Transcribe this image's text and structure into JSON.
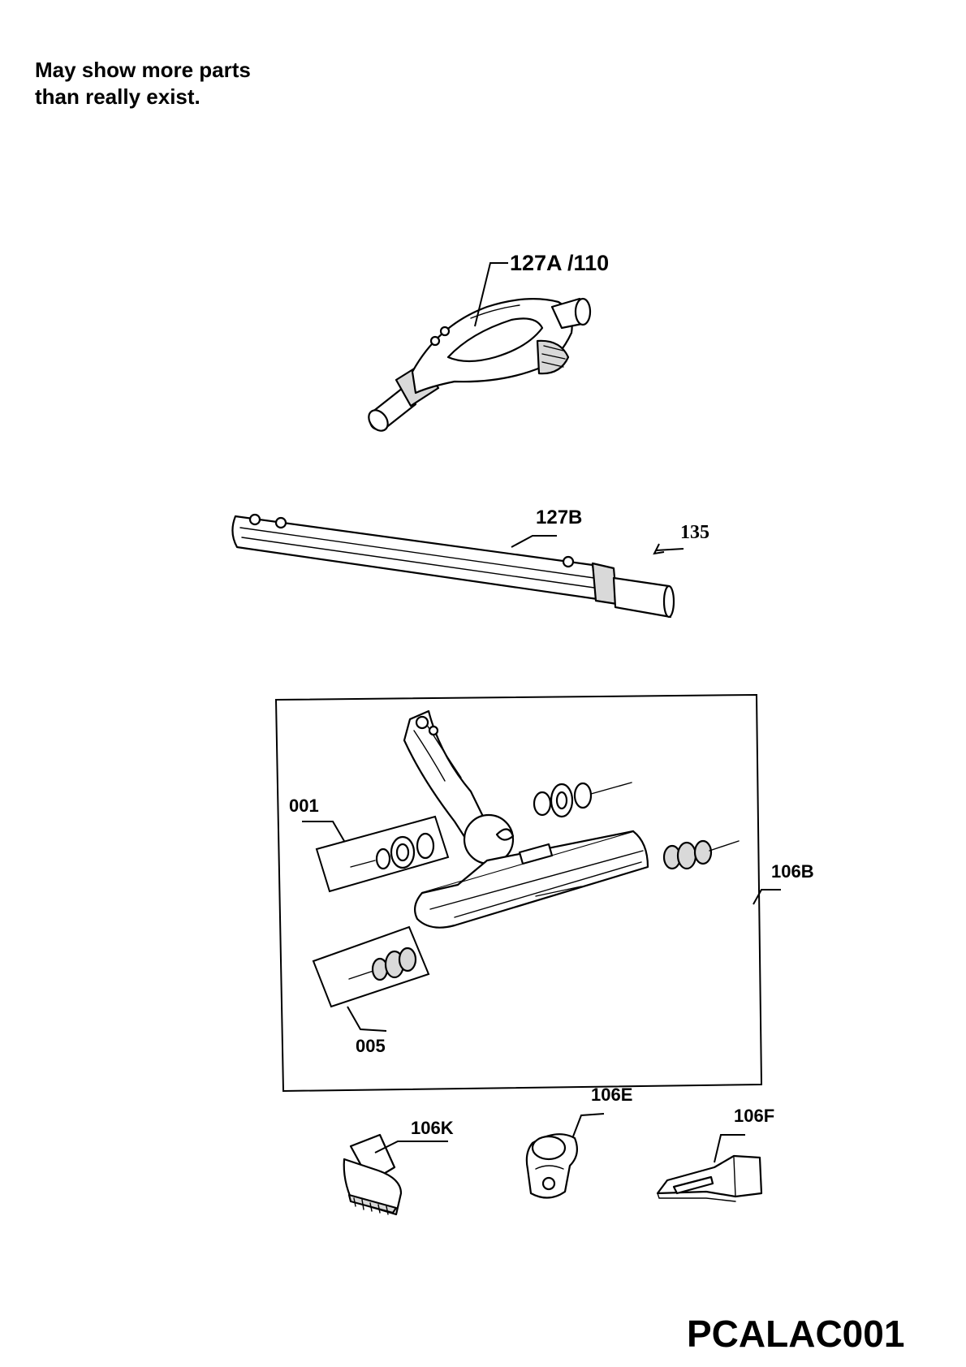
{
  "note": {
    "line1": "May show more parts",
    "line2": "than really exist."
  },
  "diagram_code": "PCALAC001",
  "callouts": {
    "hose_handle": "127A /110",
    "wand": "127B",
    "wand_tip": "135",
    "hardware_kit_a": "001",
    "power_nozzle": "106B",
    "hardware_kit_b": "005",
    "dusting_brush": "106K",
    "upholstery_tool": "106E",
    "crevice_tool": "106F"
  }
}
